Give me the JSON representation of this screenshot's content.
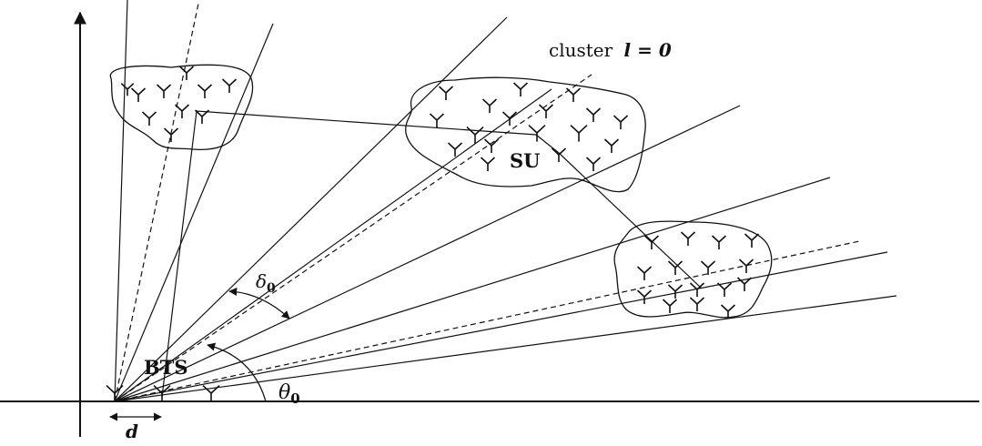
{
  "labels": {
    "cluster": "cluster",
    "cluster_eq": "l = 0",
    "su": "SU",
    "bts": "BTS",
    "delta": "δ",
    "delta_sub": "0",
    "theta": "θ",
    "theta_sub": "0",
    "d": "d"
  },
  "colors": {
    "ink": "#111111",
    "background": "#ffffff"
  },
  "icons": {
    "antenna": "antenna-icon"
  }
}
